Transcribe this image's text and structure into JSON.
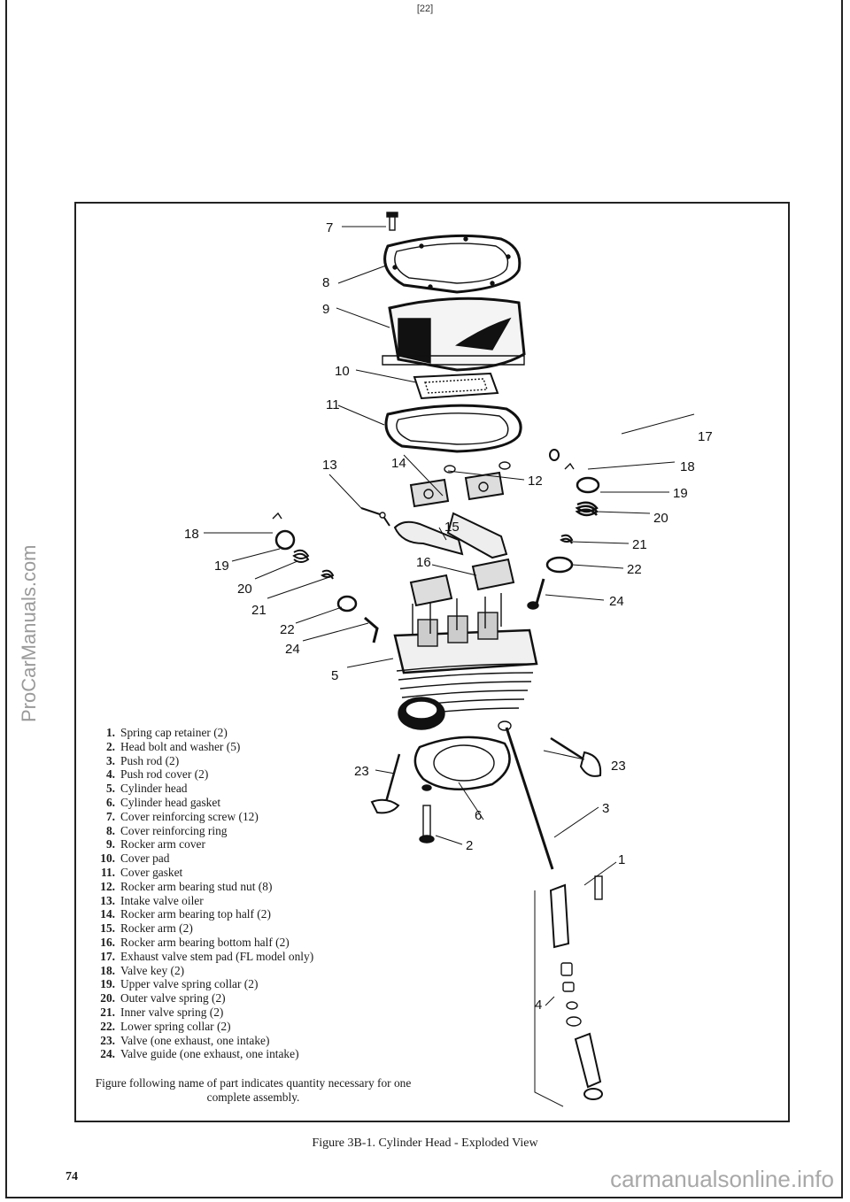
{
  "page_tag": "[22]",
  "watermarks": {
    "side": "ProCarManuals.com",
    "bottom": "carmanualsonline.info"
  },
  "callouts": {
    "c1": "1",
    "c2": "2",
    "c3": "3",
    "c4": "4",
    "c5": "5",
    "c6": "6",
    "c7": "7",
    "c8": "8",
    "c9": "9",
    "c10": "10",
    "c11": "11",
    "c12": "12",
    "c13": "13",
    "c14": "14",
    "c15": "15",
    "c16": "16",
    "c17": "17",
    "c18r": "18",
    "c19r": "19",
    "c20r": "20",
    "c21r": "21",
    "c22r": "22",
    "c24r": "24",
    "c18l": "18",
    "c19l": "19",
    "c20l": "20",
    "c21l": "21",
    "c22l": "22",
    "c24l": "24",
    "c23l": "23",
    "c23r": "23"
  },
  "parts": [
    {
      "num": "1.",
      "name": "Spring cap retainer (2)"
    },
    {
      "num": "2.",
      "name": "Head bolt and washer (5)"
    },
    {
      "num": "3.",
      "name": "Push rod (2)"
    },
    {
      "num": "4.",
      "name": "Push rod cover (2)"
    },
    {
      "num": "5.",
      "name": "Cylinder head"
    },
    {
      "num": "6.",
      "name": "Cylinder head gasket"
    },
    {
      "num": "7.",
      "name": "Cover reinforcing screw (12)"
    },
    {
      "num": "8.",
      "name": "Cover reinforcing ring"
    },
    {
      "num": "9.",
      "name": "Rocker arm cover"
    },
    {
      "num": "10.",
      "name": "Cover pad"
    },
    {
      "num": "11.",
      "name": "Cover gasket"
    },
    {
      "num": "12.",
      "name": "Rocker arm bearing stud nut (8)"
    },
    {
      "num": "13.",
      "name": "Intake valve oiler"
    },
    {
      "num": "14.",
      "name": "Rocker arm bearing top half (2)"
    },
    {
      "num": "15.",
      "name": "Rocker arm (2)"
    },
    {
      "num": "16.",
      "name": "Rocker arm bearing bottom half (2)"
    },
    {
      "num": "17.",
      "name": "Exhaust valve stem pad (FL model only)"
    },
    {
      "num": "18.",
      "name": "Valve key (2)"
    },
    {
      "num": "19.",
      "name": "Upper valve spring collar (2)"
    },
    {
      "num": "20.",
      "name": "Outer valve spring (2)"
    },
    {
      "num": "21.",
      "name": "Inner valve spring (2)"
    },
    {
      "num": "22.",
      "name": "Lower spring collar (2)"
    },
    {
      "num": "23.",
      "name": "Valve (one exhaust, one intake)"
    },
    {
      "num": "24.",
      "name": "Valve guide (one exhaust, one intake)"
    }
  ],
  "note": "Figure following name of part indicates quantity necessary for one complete assembly.",
  "caption": "Figure 3B-1. Cylinder Head - Exploded View",
  "page_number": "74"
}
